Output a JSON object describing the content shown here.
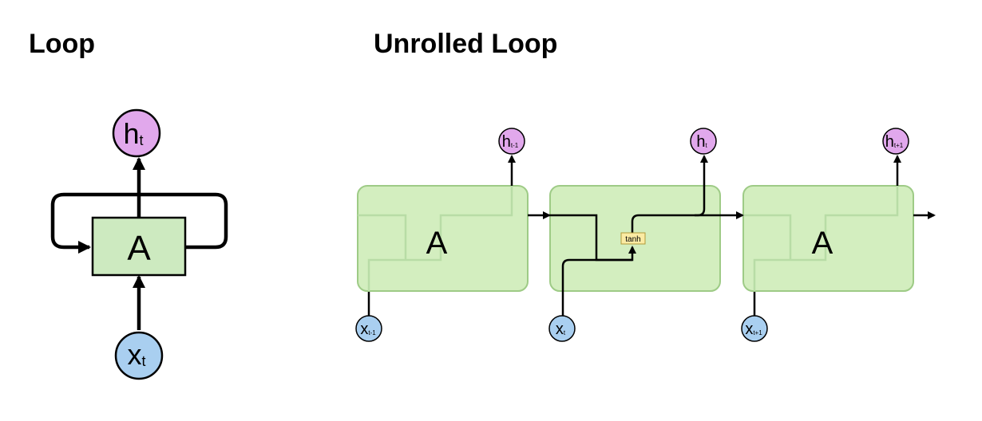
{
  "titles": {
    "loop": "Loop",
    "unrolled": "Unrolled Loop"
  },
  "loop": {
    "cell_label": "A",
    "output_main": "h",
    "output_sub": "t",
    "input_main": "x",
    "input_sub": "t"
  },
  "unrolled": {
    "cells": [
      {
        "label": "A",
        "out_main": "h",
        "out_sub": "t-1",
        "in_main": "x",
        "in_sub": "t-1"
      },
      {
        "label": "",
        "out_main": "h",
        "out_sub": "t",
        "in_main": "x",
        "in_sub": "t"
      },
      {
        "label": "A",
        "out_main": "h",
        "out_sub": "t+1",
        "in_main": "x",
        "in_sub": "t+1"
      }
    ],
    "gate_label": "tanh"
  },
  "colors": {
    "cell_fill": "#cdeac0",
    "cell_fill_unrolled": "#d3eebf",
    "cell_stroke_unrolled": "#9ecb86",
    "output_node": "#e1a8ec",
    "input_node": "#a9cff0",
    "gate_fill": "#fbeba3",
    "gate_stroke": "#b29a3a",
    "line": "#000000"
  }
}
